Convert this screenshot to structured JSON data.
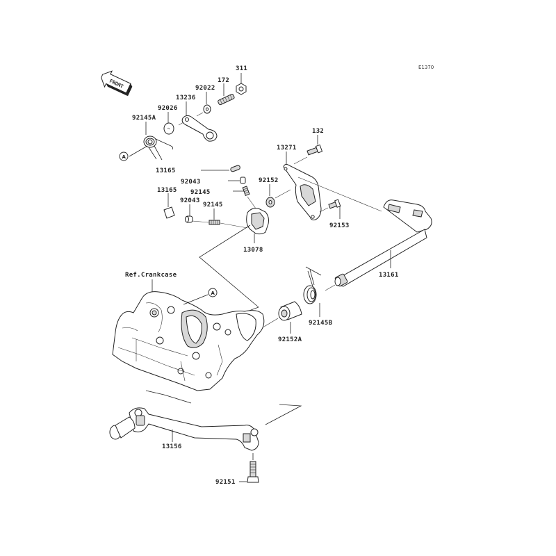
{
  "diagram": {
    "code": "E1370",
    "front_label": "FRONT",
    "reference_label": "Ref.Crankcase",
    "callout": "A",
    "parts": {
      "p311": "311",
      "p172": "172",
      "p92022": "92022",
      "p13236": "13236",
      "p92026": "92026",
      "p92145A": "92145A",
      "p132": "132",
      "p13271": "13271",
      "p13165a": "13165",
      "p92043a": "92043",
      "p92145a": "92145",
      "p92152": "92152",
      "p13165b": "13165",
      "p92043b": "92043",
      "p92145b": "92145",
      "p92153": "92153",
      "p13078": "13078",
      "p13161": "13161",
      "p92145B": "92145B",
      "p92152A": "92152A",
      "p13156": "13156",
      "p92151": "92151"
    }
  }
}
